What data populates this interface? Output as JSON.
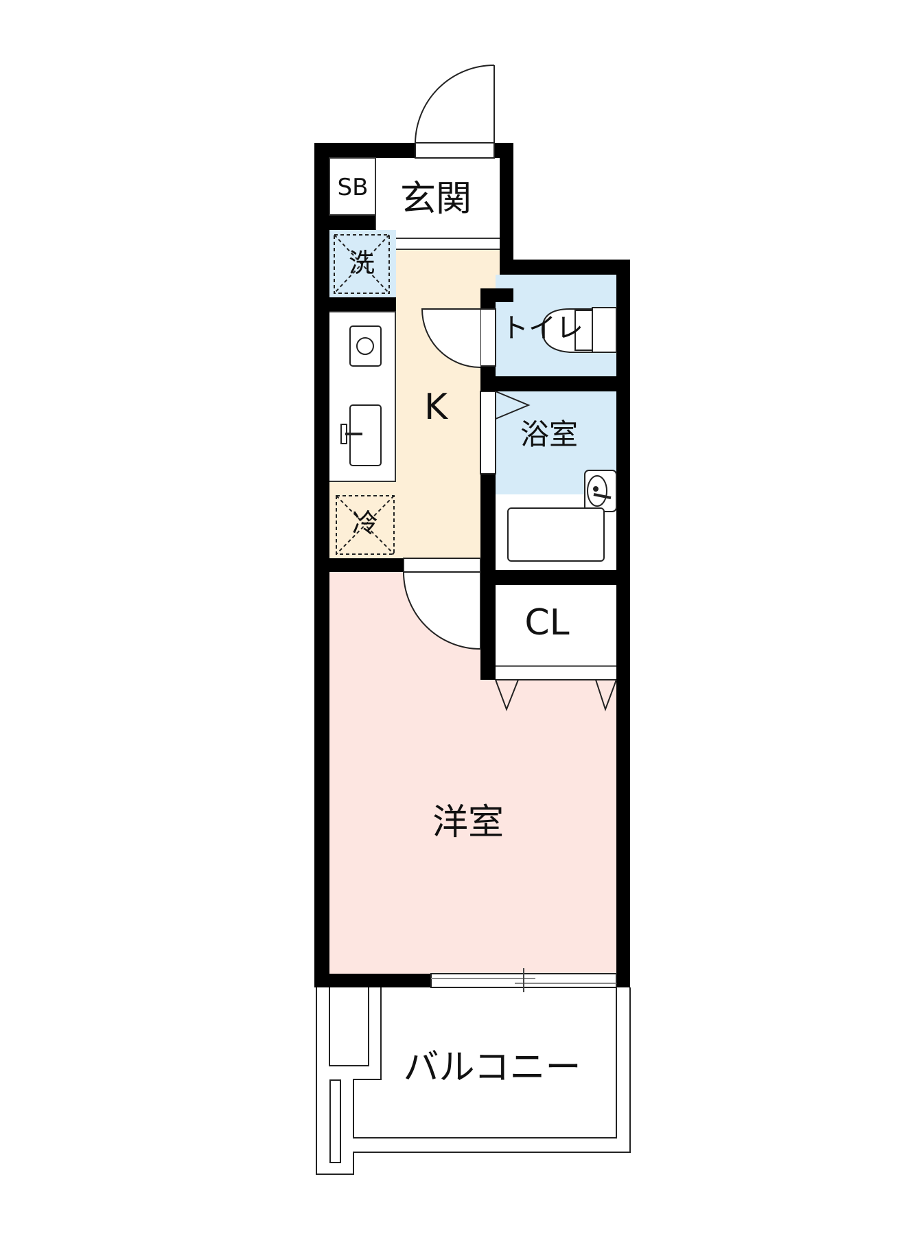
{
  "floorplan": {
    "colors": {
      "wall": "#000000",
      "western_room": "#fde6e1",
      "kitchen": "#fdefd7",
      "wet_area": "#d6ebf8",
      "plain": "#ffffff"
    },
    "rooms": {
      "shoe_box": {
        "label": "SB"
      },
      "entrance": {
        "label": "玄関"
      },
      "washer": {
        "label": "洗"
      },
      "kitchen": {
        "label": "K"
      },
      "fridge": {
        "label": "冷"
      },
      "toilet": {
        "label": "トイレ"
      },
      "bathroom": {
        "label": "浴室"
      },
      "closet": {
        "label": "CL"
      },
      "western_room": {
        "label": "洋室"
      },
      "balcony": {
        "label": "バルコニー"
      }
    }
  }
}
